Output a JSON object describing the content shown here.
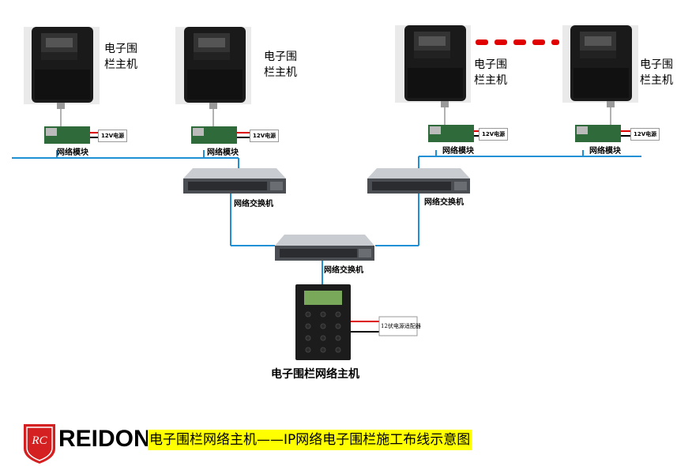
{
  "fence_units": [
    {
      "label_line1": "电子围",
      "label_line2": "栏主机"
    },
    {
      "label_line1": "电子围",
      "label_line2": "栏主机"
    },
    {
      "label_line1": "电子围",
      "label_line2": "栏主机"
    },
    {
      "label_line1": "电子围",
      "label_line2": "栏主机"
    }
  ],
  "network_module_label": "网络模块",
  "power_label": "12V电源",
  "switch_label": "网络交换机",
  "adapter_label": "12伏电源适配器",
  "main_controller_label": "电子围栏网络主机",
  "brand": {
    "logo_text": "RC",
    "name": "REIDON"
  },
  "footer_title": "电子围栏网络主机——IP网络电子围栏施工布线示意图",
  "colors": {
    "network_line": "#1e90d6",
    "ellipsis_dots": "#e00000",
    "footer_highlight": "#ffff00",
    "logo_red": "#d42020"
  }
}
